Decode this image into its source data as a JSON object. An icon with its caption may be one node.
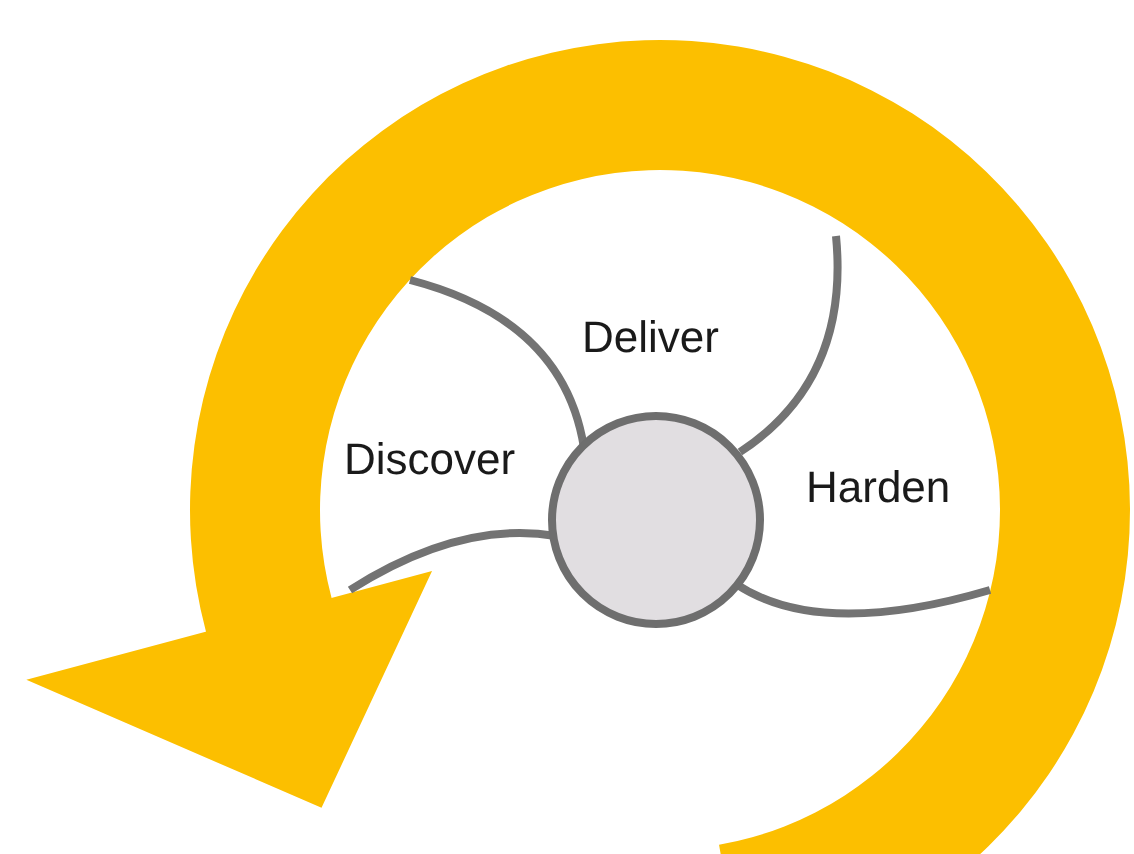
{
  "diagram": {
    "nodes": [
      {
        "text": [],
        "shape": "circle"
      }
    ],
    "labels": [
      "Deliver",
      "Discover",
      "Harden"
    ]
  }
}
